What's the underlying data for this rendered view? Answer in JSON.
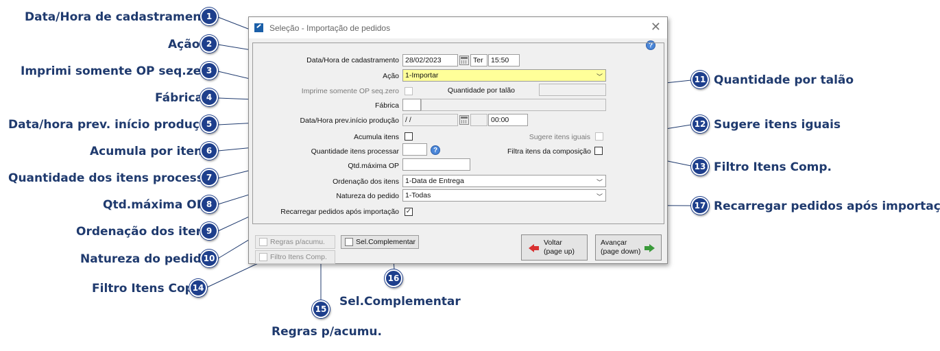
{
  "dialog": {
    "title": "Seleção - Importação de pedidos",
    "fields": {
      "data_hora_label": "Data/Hora de cadastramento",
      "data_value": "28/02/2023",
      "weekday_value": "Ter",
      "hora_value": "15:50",
      "acao_label": "Ação",
      "acao_value": "1-Importar",
      "imprime_label": "Imprime somente OP seq.zero",
      "qtd_talao_label": "Quantidade por talão",
      "fabrica_label": "Fábrica",
      "prev_inicio_label": "Data/Hora prev.início produção",
      "prev_inicio_date": "/ /",
      "prev_inicio_time": "00:00",
      "acumula_label": "Acumula itens",
      "sugere_label": "Sugere itens iguais",
      "qtd_itens_label": "Quantidade itens processar",
      "filtra_label": "Filtra itens da composição",
      "qtd_max_label": "Qtd.máxima OP",
      "ordenacao_label": "Ordenação dos itens",
      "ordenacao_value": "1-Data de Entrega",
      "natureza_label": "Natureza do pedido",
      "natureza_value": "1-Todas",
      "recarregar_label": "Recarregar pedidos após importação"
    },
    "buttons": {
      "regras": "Regras p/acumu.",
      "filtro": "Filtro Itens Comp.",
      "sel_complementar": "Sel.Complementar",
      "voltar_line1": "Voltar",
      "voltar_line2": "(page up)",
      "avancar_line1": "Avançar",
      "avancar_line2": "(page down)"
    }
  },
  "callouts": [
    {
      "n": "1",
      "text": "Data/Hora de cadastramento"
    },
    {
      "n": "2",
      "text": "Ação"
    },
    {
      "n": "3",
      "text": "Imprimi somente OP seq.zero"
    },
    {
      "n": "4",
      "text": "Fábrica"
    },
    {
      "n": "5",
      "text": "Data/hora prev. início produção"
    },
    {
      "n": "6",
      "text": "Acumula por itens"
    },
    {
      "n": "7",
      "text": "Quantidade dos itens  processar"
    },
    {
      "n": "8",
      "text": "Qtd.máxima OP"
    },
    {
      "n": "9",
      "text": "Ordenação dos itens"
    },
    {
      "n": "10",
      "text": "Natureza do pedido"
    },
    {
      "n": "11",
      "text": "Quantidade por talão"
    },
    {
      "n": "12",
      "text": "Sugere itens iguais"
    },
    {
      "n": "13",
      "text": "Filtro Itens Comp."
    },
    {
      "n": "14",
      "text": "Filtro Itens Cop."
    },
    {
      "n": "15",
      "text": "Regras p/acumu."
    },
    {
      "n": "16",
      "text": "Sel.Complementar"
    },
    {
      "n": "17",
      "text": "Recarregar pedidos após importação"
    }
  ],
  "colors": {
    "badge": "#1e3f8c",
    "callout_text": "#1f3a6e",
    "yellow_field": "#ffff99"
  }
}
